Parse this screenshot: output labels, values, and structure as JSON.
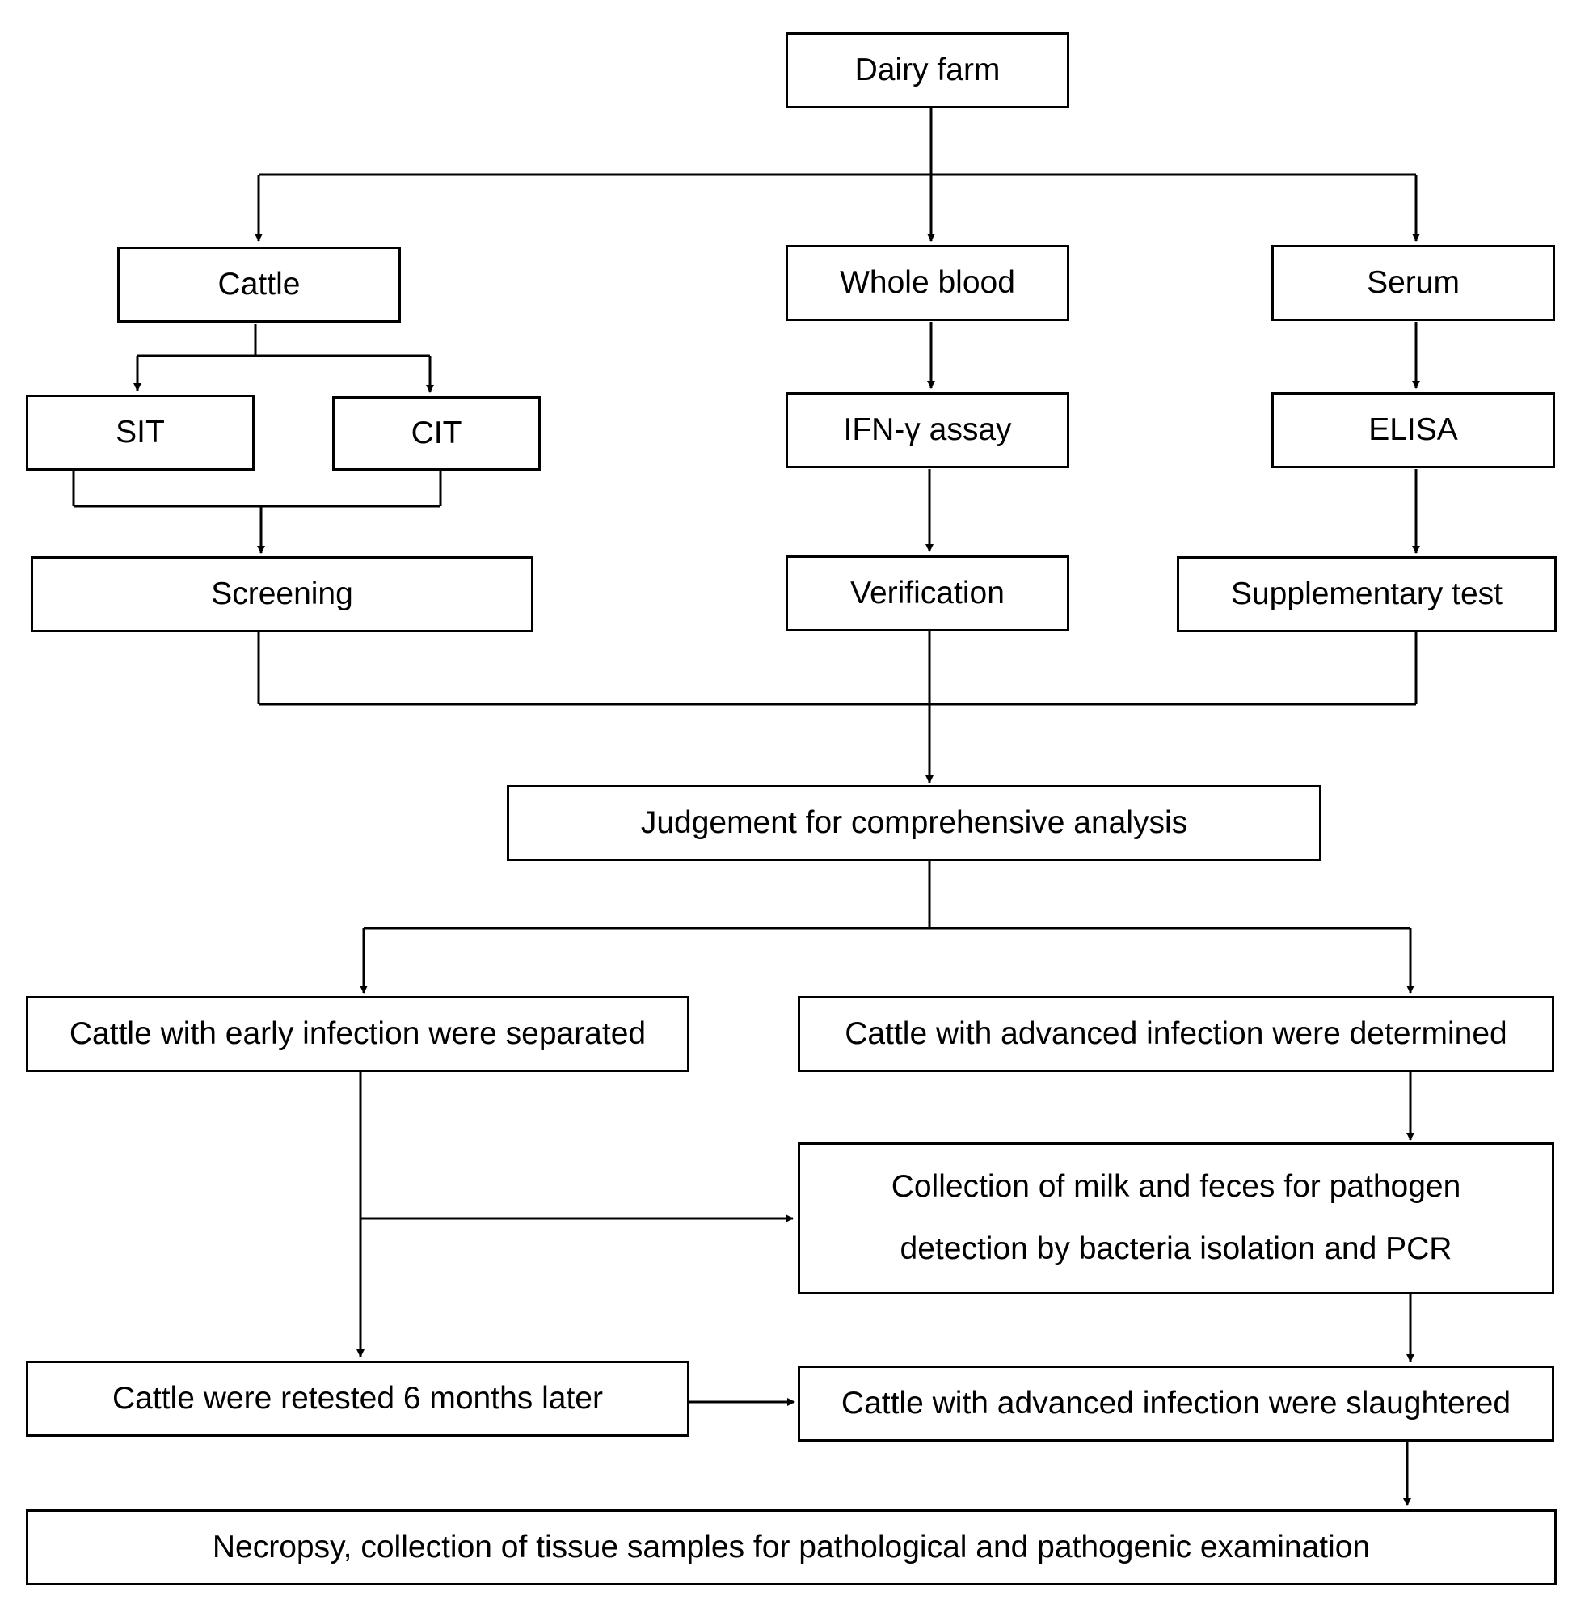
{
  "diagram": {
    "nodes": {
      "dairy_farm": "Dairy farm",
      "cattle": "Cattle",
      "whole_blood": "Whole blood",
      "serum": "Serum",
      "sit": "SIT",
      "cit": "CIT",
      "ifn_assay": "IFN-γ assay",
      "elisa": "ELISA",
      "screening": "Screening",
      "verification": "Verification",
      "supplementary_test": "Supplementary test",
      "judgement": "Judgement for comprehensive analysis",
      "early_infection": "Cattle with early infection were separated",
      "advanced_infection": "Cattle with advanced infection were determined",
      "collection_line1": "Collection of milk and feces for pathogen",
      "collection_line2": "detection by bacteria isolation and PCR",
      "retested": "Cattle were retested 6 months later",
      "slaughtered": "Cattle with advanced infection were slaughtered",
      "necropsy": "Necropsy, collection of tissue samples for pathological and pathogenic examination"
    },
    "edges": [
      {
        "from": "dairy_farm",
        "to": "cattle"
      },
      {
        "from": "dairy_farm",
        "to": "whole_blood"
      },
      {
        "from": "dairy_farm",
        "to": "serum"
      },
      {
        "from": "cattle",
        "to": "sit"
      },
      {
        "from": "cattle",
        "to": "cit"
      },
      {
        "from": "sit",
        "to": "screening"
      },
      {
        "from": "cit",
        "to": "screening"
      },
      {
        "from": "whole_blood",
        "to": "ifn_assay"
      },
      {
        "from": "ifn_assay",
        "to": "verification"
      },
      {
        "from": "serum",
        "to": "elisa"
      },
      {
        "from": "elisa",
        "to": "supplementary_test"
      },
      {
        "from": "screening",
        "to": "judgement"
      },
      {
        "from": "verification",
        "to": "judgement"
      },
      {
        "from": "supplementary_test",
        "to": "judgement"
      },
      {
        "from": "judgement",
        "to": "early_infection"
      },
      {
        "from": "judgement",
        "to": "advanced_infection"
      },
      {
        "from": "early_infection",
        "to": "collection"
      },
      {
        "from": "early_infection",
        "to": "retested"
      },
      {
        "from": "advanced_infection",
        "to": "collection"
      },
      {
        "from": "collection",
        "to": "slaughtered"
      },
      {
        "from": "retested",
        "to": "slaughtered"
      },
      {
        "from": "slaughtered",
        "to": "necropsy"
      }
    ]
  }
}
